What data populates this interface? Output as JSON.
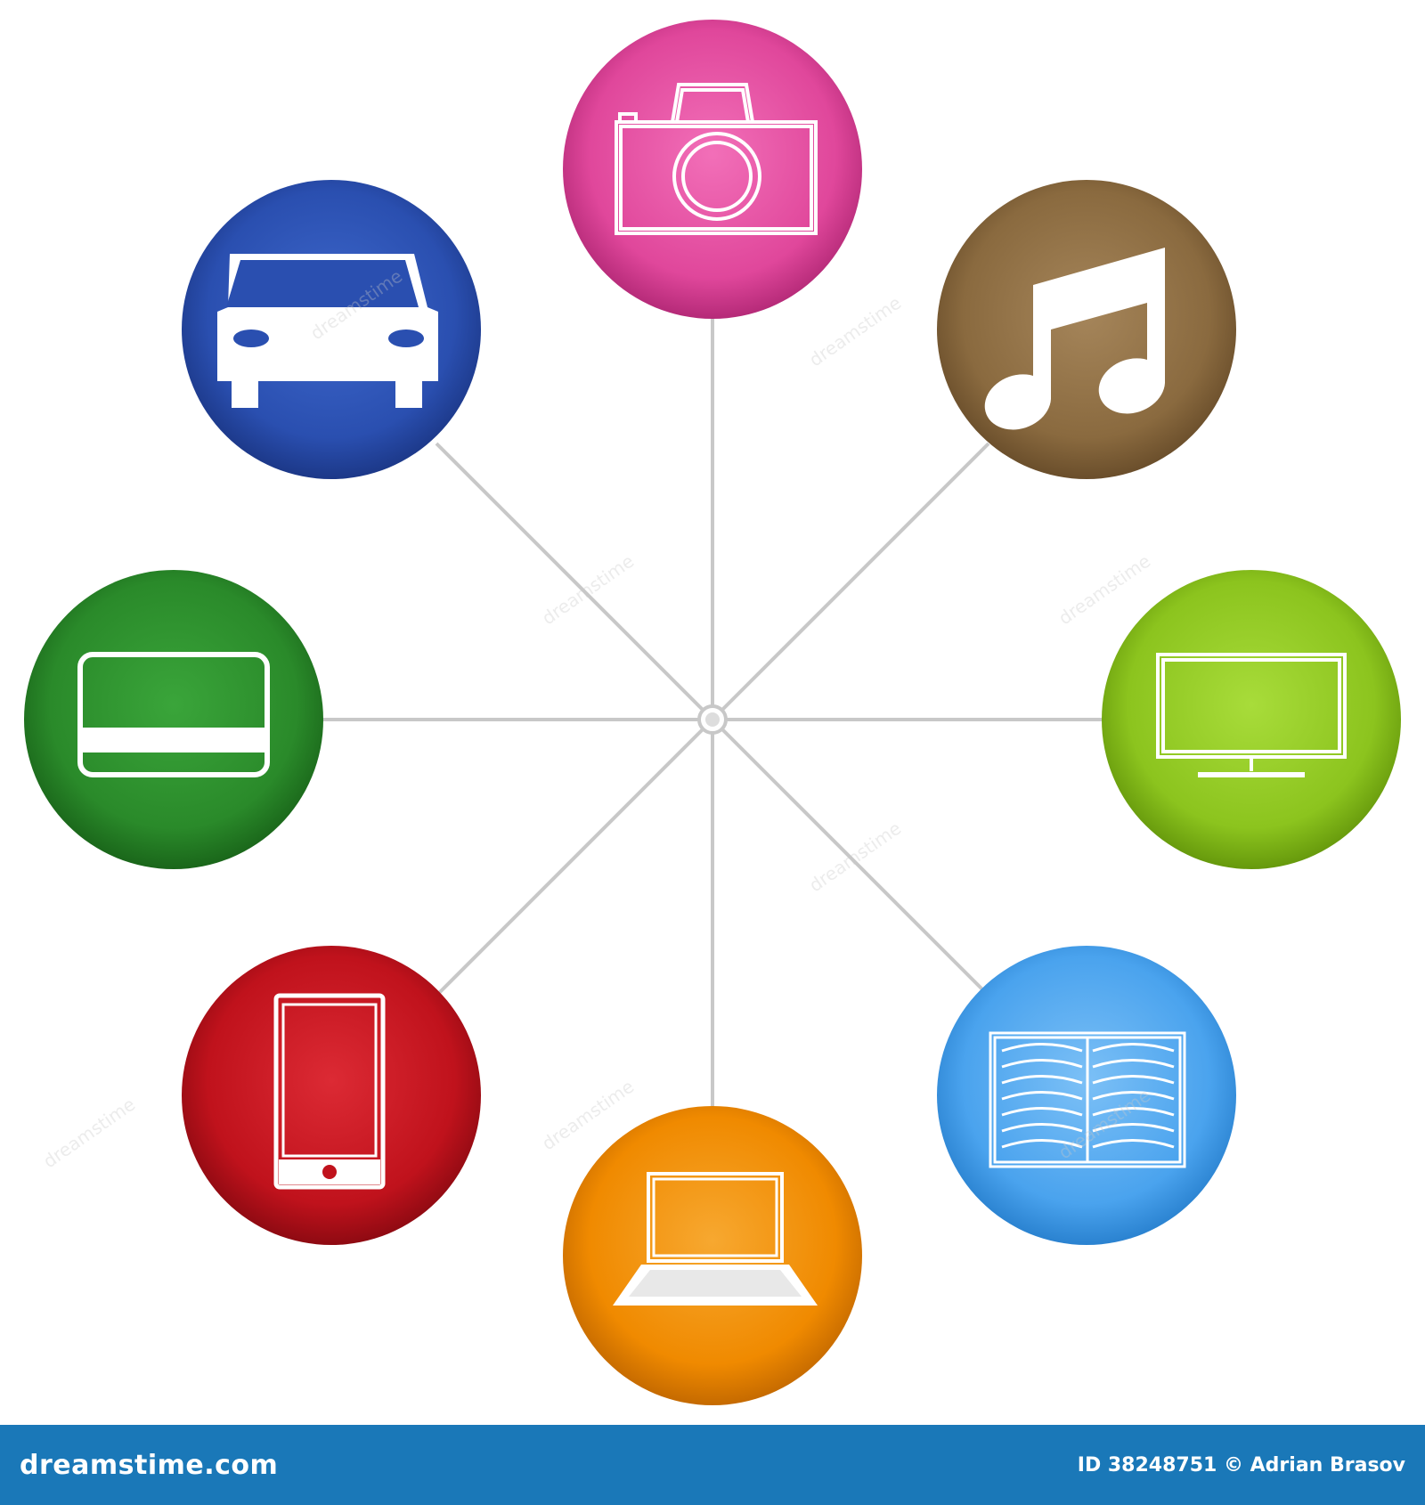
{
  "diagram": {
    "hub_color": "#dddddd",
    "spoke_color": "#c8c8c8",
    "nodes": [
      {
        "id": "camera",
        "icon": "camera-icon",
        "color": "#e0479b"
      },
      {
        "id": "music",
        "icon": "music-note-icon",
        "color": "#8a6a3f"
      },
      {
        "id": "tv",
        "icon": "monitor-icon",
        "color": "#8cc41e"
      },
      {
        "id": "book",
        "icon": "open-book-icon",
        "color": "#4aa3ee"
      },
      {
        "id": "laptop",
        "icon": "laptop-icon",
        "color": "#f08a00"
      },
      {
        "id": "phone",
        "icon": "smartphone-icon",
        "color": "#c0121c"
      },
      {
        "id": "card",
        "icon": "credit-card-icon",
        "color": "#2a8a2a"
      },
      {
        "id": "car",
        "icon": "car-icon",
        "color": "#2a4fb0"
      }
    ]
  },
  "footer": {
    "brand": "dreamstime.com",
    "credit": "ID 38248751 © Adrian Brasov",
    "background": "#1a78b8"
  },
  "watermark": {
    "text": "dreamstime"
  }
}
